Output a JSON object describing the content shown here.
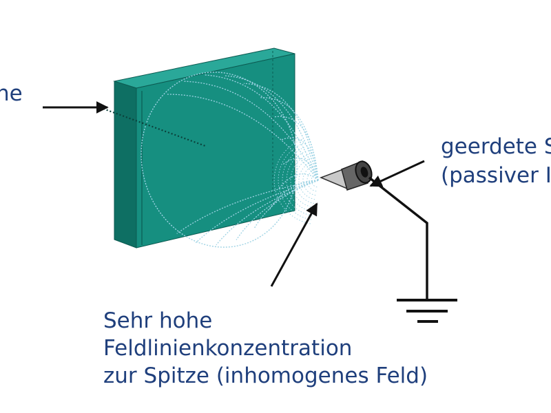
{
  "colors": {
    "text": "#1f3f7c",
    "plate_front": "#168f80",
    "plate_top": "#2aa899",
    "plate_side": "#0e6f63",
    "field_lines": "#9ed3e4",
    "ink": "#111111"
  },
  "labels": {
    "left": "ne",
    "right": [
      "geerdete S",
      "(passiver I"
    ],
    "bottom": [
      "Sehr hohe",
      "Feldlinienkonzentration",
      "zur Spitze (inhomogenes Feld)"
    ]
  },
  "icons": {
    "ground": "ground-symbol-icon",
    "electrode": "pointed-electrode-icon"
  }
}
